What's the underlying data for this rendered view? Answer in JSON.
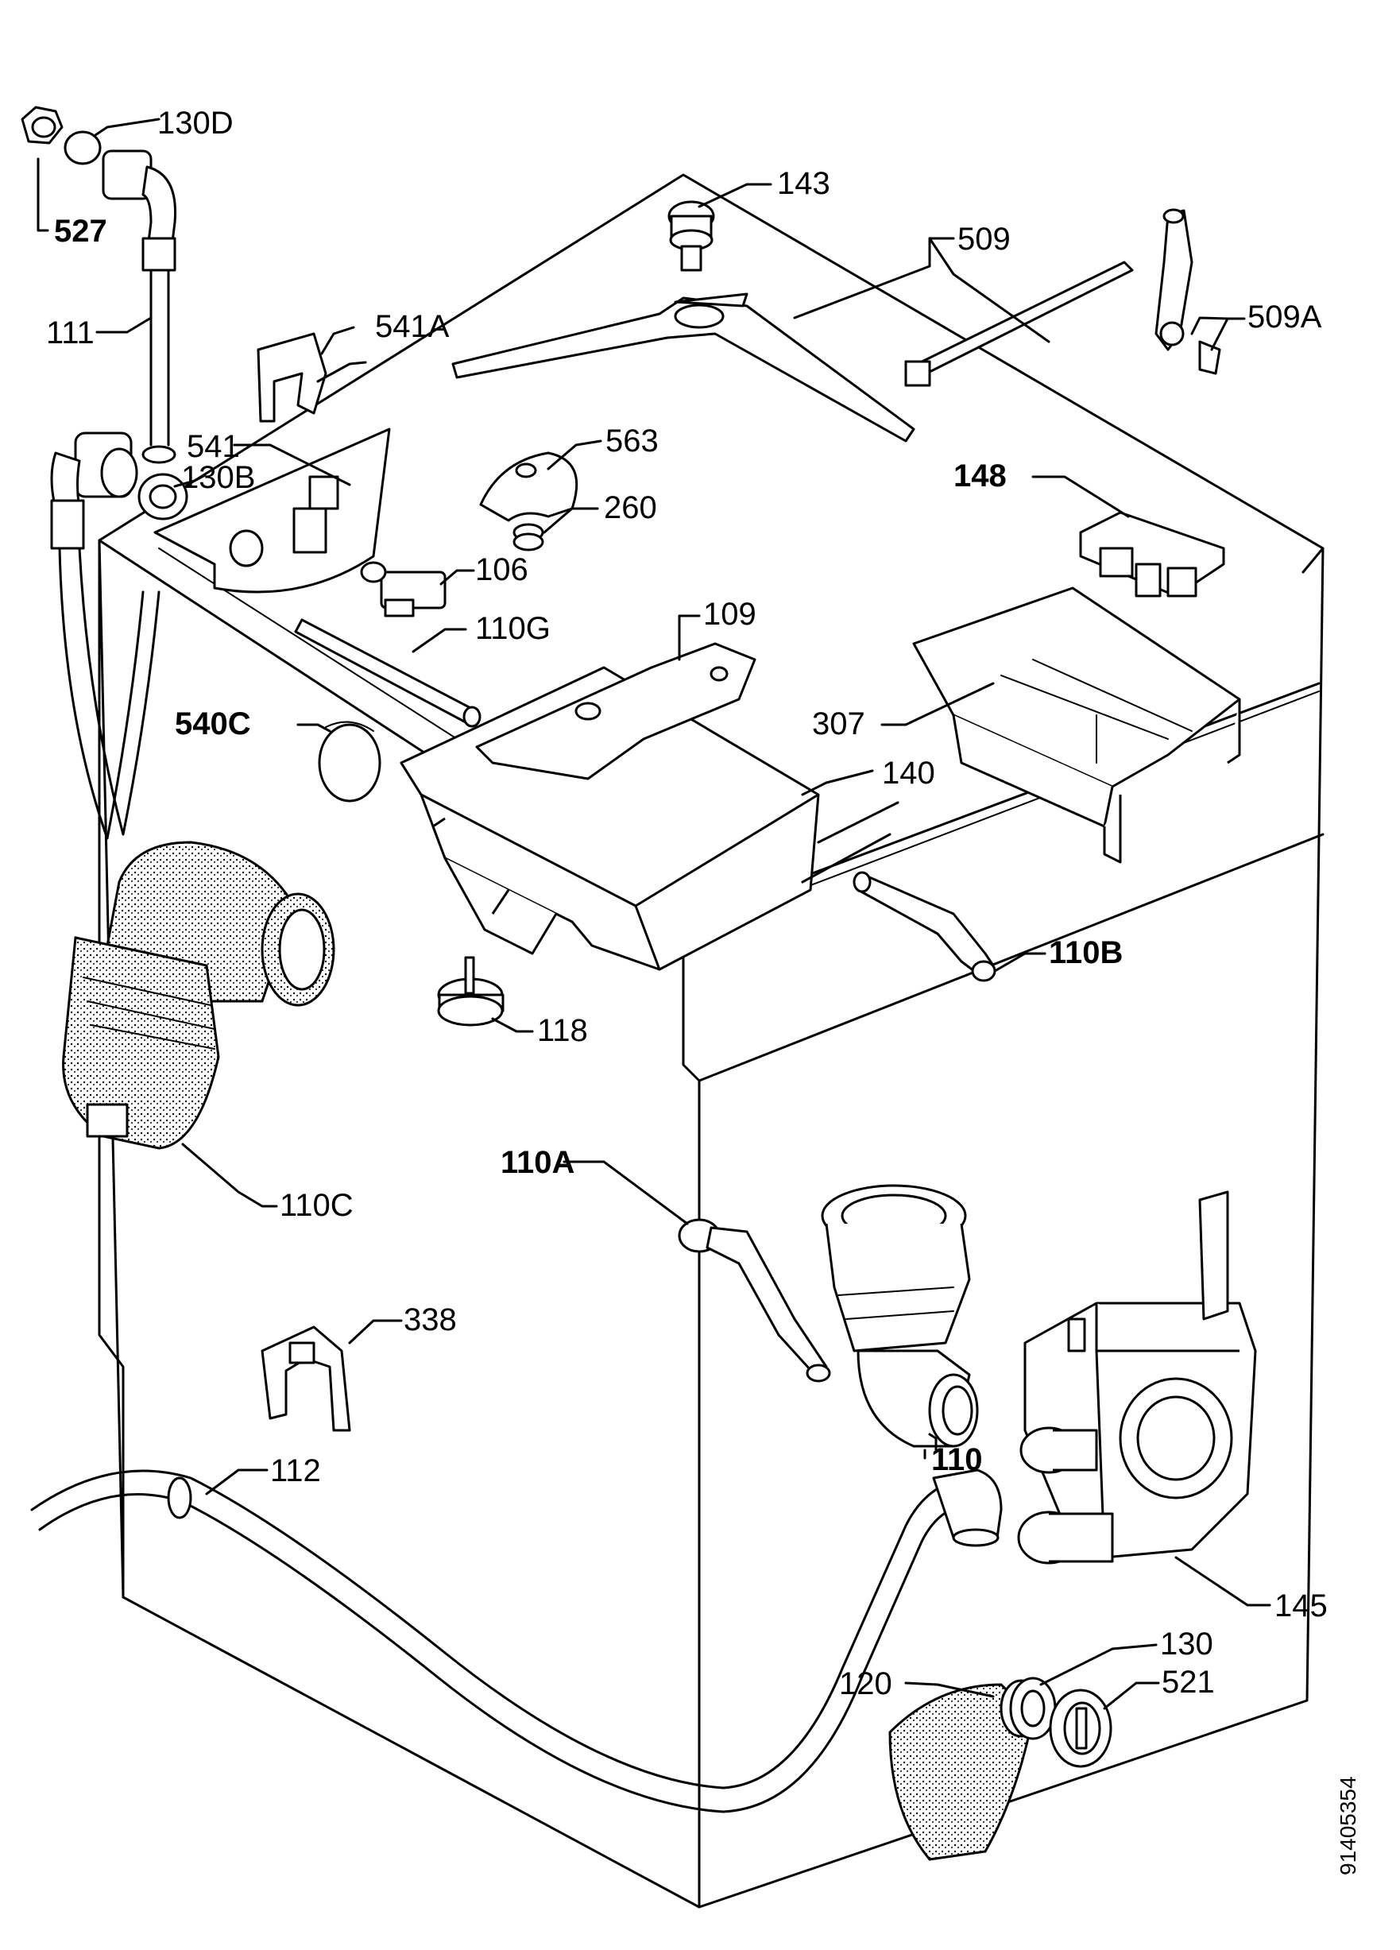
{
  "labels": {
    "l130D": "130D",
    "l527": "527",
    "l111": "111",
    "l541A": "541A",
    "l541": "541",
    "l130B": "130B",
    "l143": "143",
    "l509": "509",
    "l509A": "509A",
    "l563": "563",
    "l260": "260",
    "l106": "106",
    "l110G": "110G",
    "l109": "109",
    "l148": "148",
    "l307": "307",
    "l540C": "540C",
    "l140": "140",
    "l110B": "110B",
    "l118": "118",
    "l110C": "110C",
    "l110A": "110A",
    "l338": "338",
    "l110": "110",
    "l112": "112",
    "l145": "145",
    "l130": "130",
    "l120": "120",
    "l521": "521"
  },
  "document_number": "91405354"
}
